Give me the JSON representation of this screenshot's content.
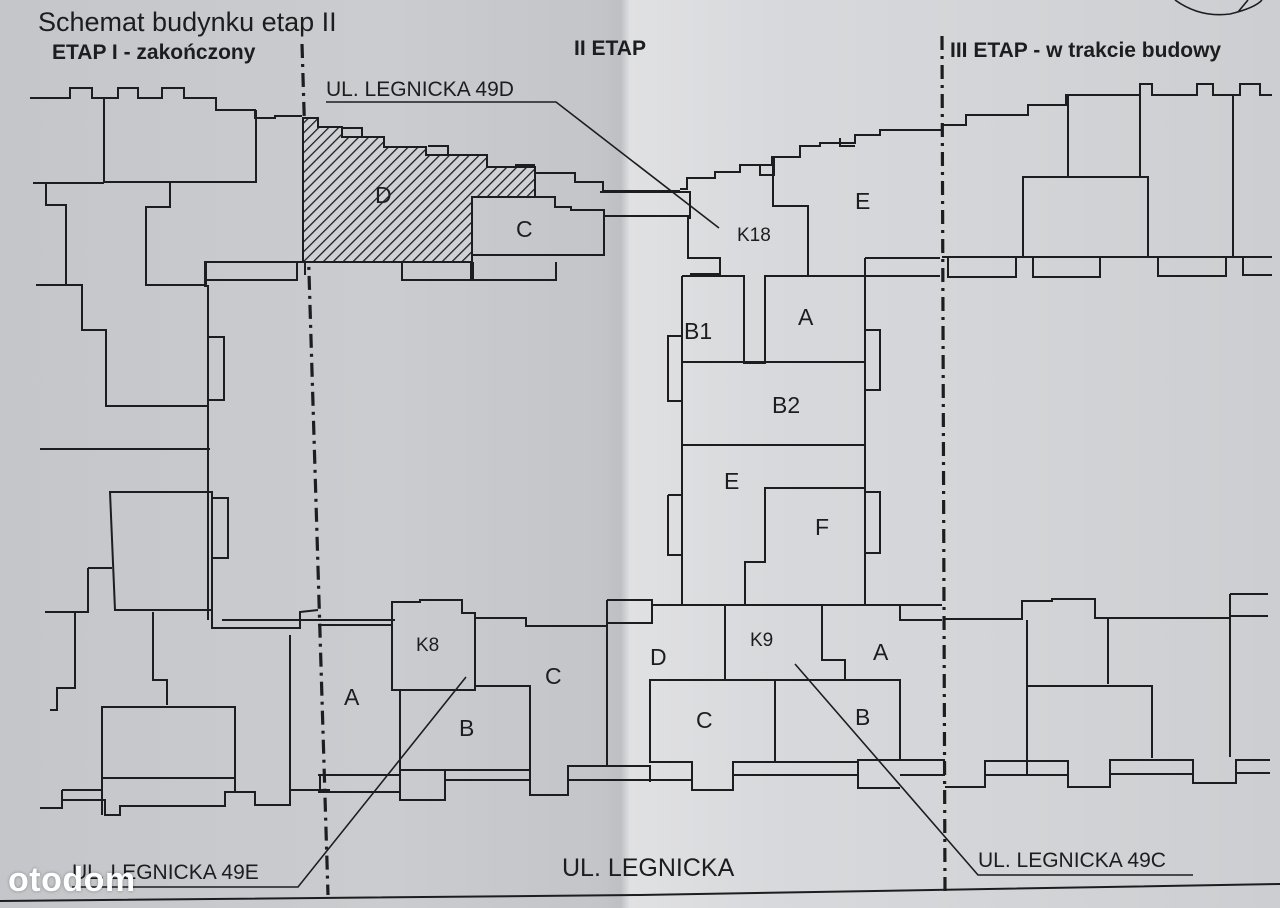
{
  "title": "Schemat budynku etap II",
  "stages": {
    "stage1": "ETAP I - zakończony",
    "stage2": "II ETAP",
    "stage3": "III ETAP - w trakcie budowy"
  },
  "addresses": {
    "legnicka_49d": "UL. LEGNICKA 49D",
    "legnicka_49e": "UL. LEGNICKA 49E",
    "legnicka_49c": "UL. LEGNICKA 49C",
    "street": "UL. LEGNICKA"
  },
  "buildings": {
    "north": {
      "D": "D",
      "C": "C",
      "K18": "K18",
      "E": "E",
      "A": "A",
      "B1": "B1",
      "B2": "B2",
      "E2": "E",
      "F": "F"
    },
    "k8": {
      "K8": "K8",
      "A": "A",
      "B": "B",
      "C": "C"
    },
    "k9": {
      "K9": "K9",
      "D": "D",
      "A": "A",
      "C": "C",
      "B": "B"
    }
  },
  "highlighted_building": "D",
  "watermark": "otodom",
  "colors": {
    "paper": "#cfd1d4",
    "ink": "#1d1d1f",
    "hatch": "#1d1d1f",
    "watermark": "#ffffff"
  }
}
